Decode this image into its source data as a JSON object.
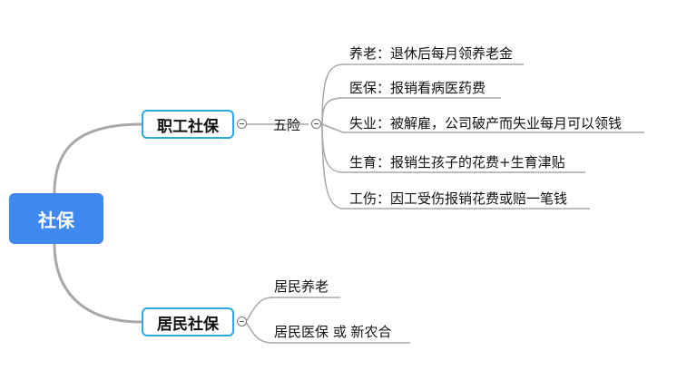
{
  "root": {
    "label": "社保"
  },
  "branches": [
    {
      "label": "职工社保",
      "children": [
        {
          "label": "五险",
          "children": [
            "养老：退休后每月领养老金",
            "医保：报销看病医药费",
            "失业：被解雇，公司破产而失业每月可以领钱",
            "生育：报销生孩子的花费+生育津贴",
            "工伤：因工受伤报销花费或赔一笔钱"
          ]
        }
      ]
    },
    {
      "label": "居民社保",
      "children": [
        {
          "label": "居民养老"
        },
        {
          "label": "居民医保 或 新农合"
        }
      ]
    }
  ],
  "colors": {
    "root_bg": "#3f88f0",
    "branch_border": "#2aa9e6",
    "line": "#a8a8a8"
  }
}
